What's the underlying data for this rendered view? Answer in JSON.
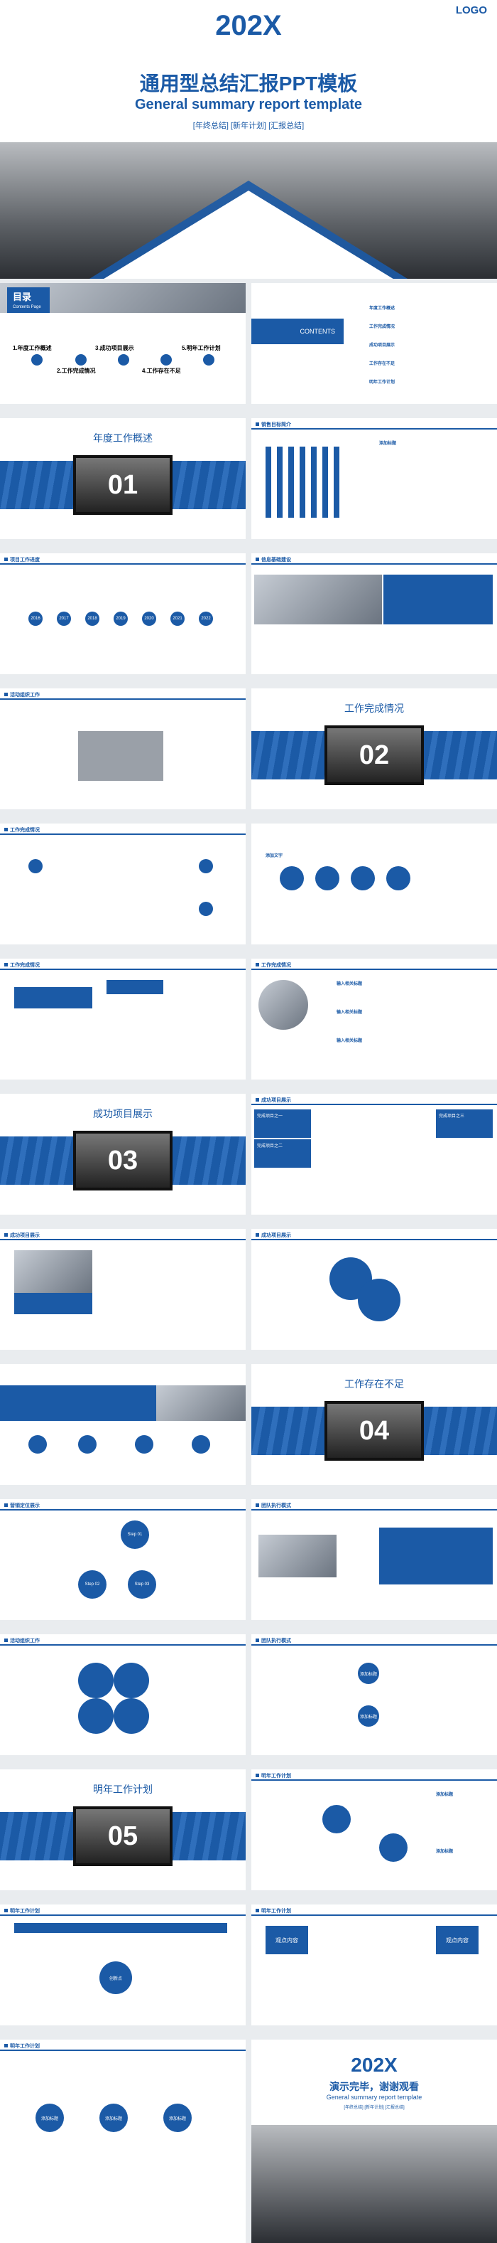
{
  "cover": {
    "year": "202X",
    "logo": "LOGO",
    "title": "通用型总结汇报PPT模板",
    "subtitle": "General summary report template",
    "tags": "[年终总结] [新年计划] [汇报总结]"
  },
  "toc": {
    "title": "目录",
    "subtitle": "Contents Page",
    "items": [
      "1.年度工作概述",
      "2.工作完成情况",
      "3.成功项目展示",
      "4.工作存在不足",
      "5.明年工作计划"
    ],
    "contents_label": "CONTENTS",
    "right_items": [
      "年度工作概述",
      "工作完成情况",
      "成功项目展示",
      "工作存在不足",
      "明年工作计划"
    ]
  },
  "section_titles": [
    "年度工作概述",
    "工作完成情况",
    "成功项目展示",
    "工作存在不足",
    "明年工作计划"
  ],
  "section_numbers": [
    "01",
    "02",
    "03",
    "04",
    "05"
  ],
  "slides": {
    "sales": "销售目标简介",
    "add_title": "添加标题",
    "project_progress": "项目工作进度",
    "infra": "信息基础建设",
    "org": "活动组织工作",
    "completion": "工作完成情况",
    "success": "成功项目展示",
    "market": "营销定位展示",
    "team": "团队执行模式",
    "plan": "明年工作计划",
    "plan_points": [
      "添加标题",
      "添加标题",
      "添加标题",
      "添加标题"
    ],
    "innovation": "创新点",
    "view": "观点内容"
  },
  "common": {
    "add_text": "添加文字",
    "add_text_title": "添加标题",
    "steps": [
      "Step 01",
      "Step 02",
      "Step 03"
    ],
    "completed_projects": [
      "完成项目之一",
      "完成项目之二",
      "完成项目之三"
    ],
    "input_titles": [
      "输入相关标题",
      "输入相关标题",
      "输入相关标题"
    ],
    "years": [
      "2016",
      "2017",
      "2018",
      "2019",
      "2020",
      "2021",
      "2022"
    ]
  },
  "ending": {
    "year": "202X",
    "thanks": "演示完毕，谢谢观看",
    "subtitle": "General summary report template",
    "tags": "[年终总结] [新年计划] [汇报总结]"
  }
}
